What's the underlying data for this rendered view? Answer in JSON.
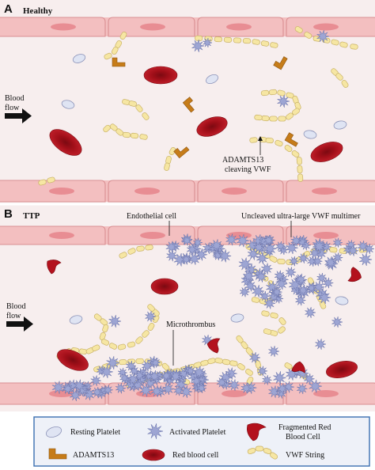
{
  "panels": {
    "a": {
      "letter": "A",
      "title": "Healthy",
      "flow_label_line1": "Blood",
      "flow_label_line2": "flow",
      "annotation_line1": "ADAMTS13",
      "annotation_line2": "cleaving VWF"
    },
    "b": {
      "letter": "B",
      "title": "TTP",
      "flow_label_line1": "Blood",
      "flow_label_line2": "flow",
      "endothelial_label": "Endothelial cell",
      "uncleaved_label": "Uncleaved ultra-large VWF multimer",
      "microthrombus_label": "Microthrombus"
    }
  },
  "legend": {
    "resting_platelet": "Resting Platelet",
    "activated_platelet": "Activated Platelet",
    "fragmented_line1": "Fragmented Red",
    "fragmented_line2": "Blood Cell",
    "adamts13": "ADAMTS13",
    "red_blood_cell": "Red blood cell",
    "vwf_string": "VWF String"
  },
  "colors": {
    "background_a": "#f7eeee",
    "background_b": "#f7eeee",
    "endothelium": "#f3bfc0",
    "endothelium_edge": "#d98f92",
    "nucleus": "#e88d93",
    "rbc": "#b3111d",
    "rbc_dark": "#7c0a12",
    "vwf_fill": "#f6e6a3",
    "vwf_edge": "#c9b266",
    "platelet_resting": "#dfe4f3",
    "platelet_activated": "#9da5d3",
    "adamts13": "#c67c19",
    "legend_bg": "#eef1f8",
    "legend_border": "#3b6fb0"
  }
}
